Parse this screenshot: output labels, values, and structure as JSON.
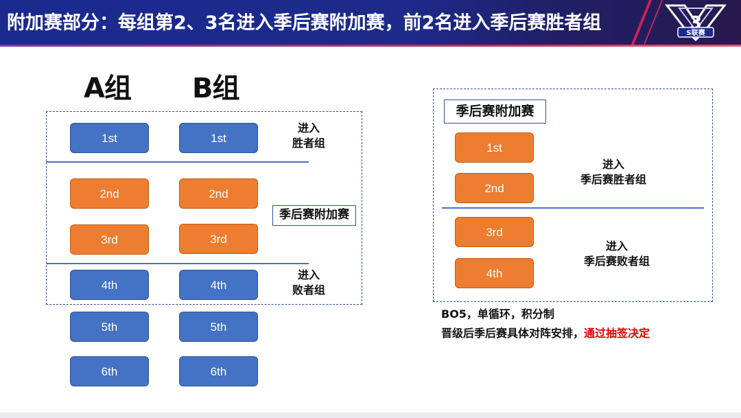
{
  "header": {
    "title": "附加赛部分：每组第2、3名进入季后赛附加赛，前2名进入季后赛胜者组",
    "logo_label": "S联赛"
  },
  "groups": {
    "a": {
      "heading": "A组",
      "ranks": [
        "1st",
        "2nd",
        "3rd",
        "4th",
        "5th",
        "6th"
      ]
    },
    "b": {
      "heading": "B组",
      "ranks": [
        "1st",
        "2nd",
        "3rd",
        "4th",
        "5th",
        "6th"
      ]
    }
  },
  "left_notes": {
    "winners_line1": "进入",
    "winners_line2": "胜者组",
    "playin_label": "季后赛附加赛",
    "losers_line1": "进入",
    "losers_line2": "败者组"
  },
  "playin_panel": {
    "title": "季后赛附加赛",
    "ranks": [
      "1st",
      "2nd",
      "3rd",
      "4th"
    ],
    "winners_line1": "进入",
    "winners_line2": "季后赛胜者组",
    "losers_line1": "进入",
    "losers_line2": "季后赛败者组"
  },
  "rules": {
    "line1": "BO5，单循环，积分制",
    "line2_prefix": "晋级后季后赛具体对阵安排，",
    "line2_highlight": "通过抽签决定"
  },
  "colors": {
    "blue_box": "#4472c4",
    "orange_box": "#ed7d31",
    "header_bg": "#1b2a8f",
    "highlight_red": "#e00000"
  }
}
